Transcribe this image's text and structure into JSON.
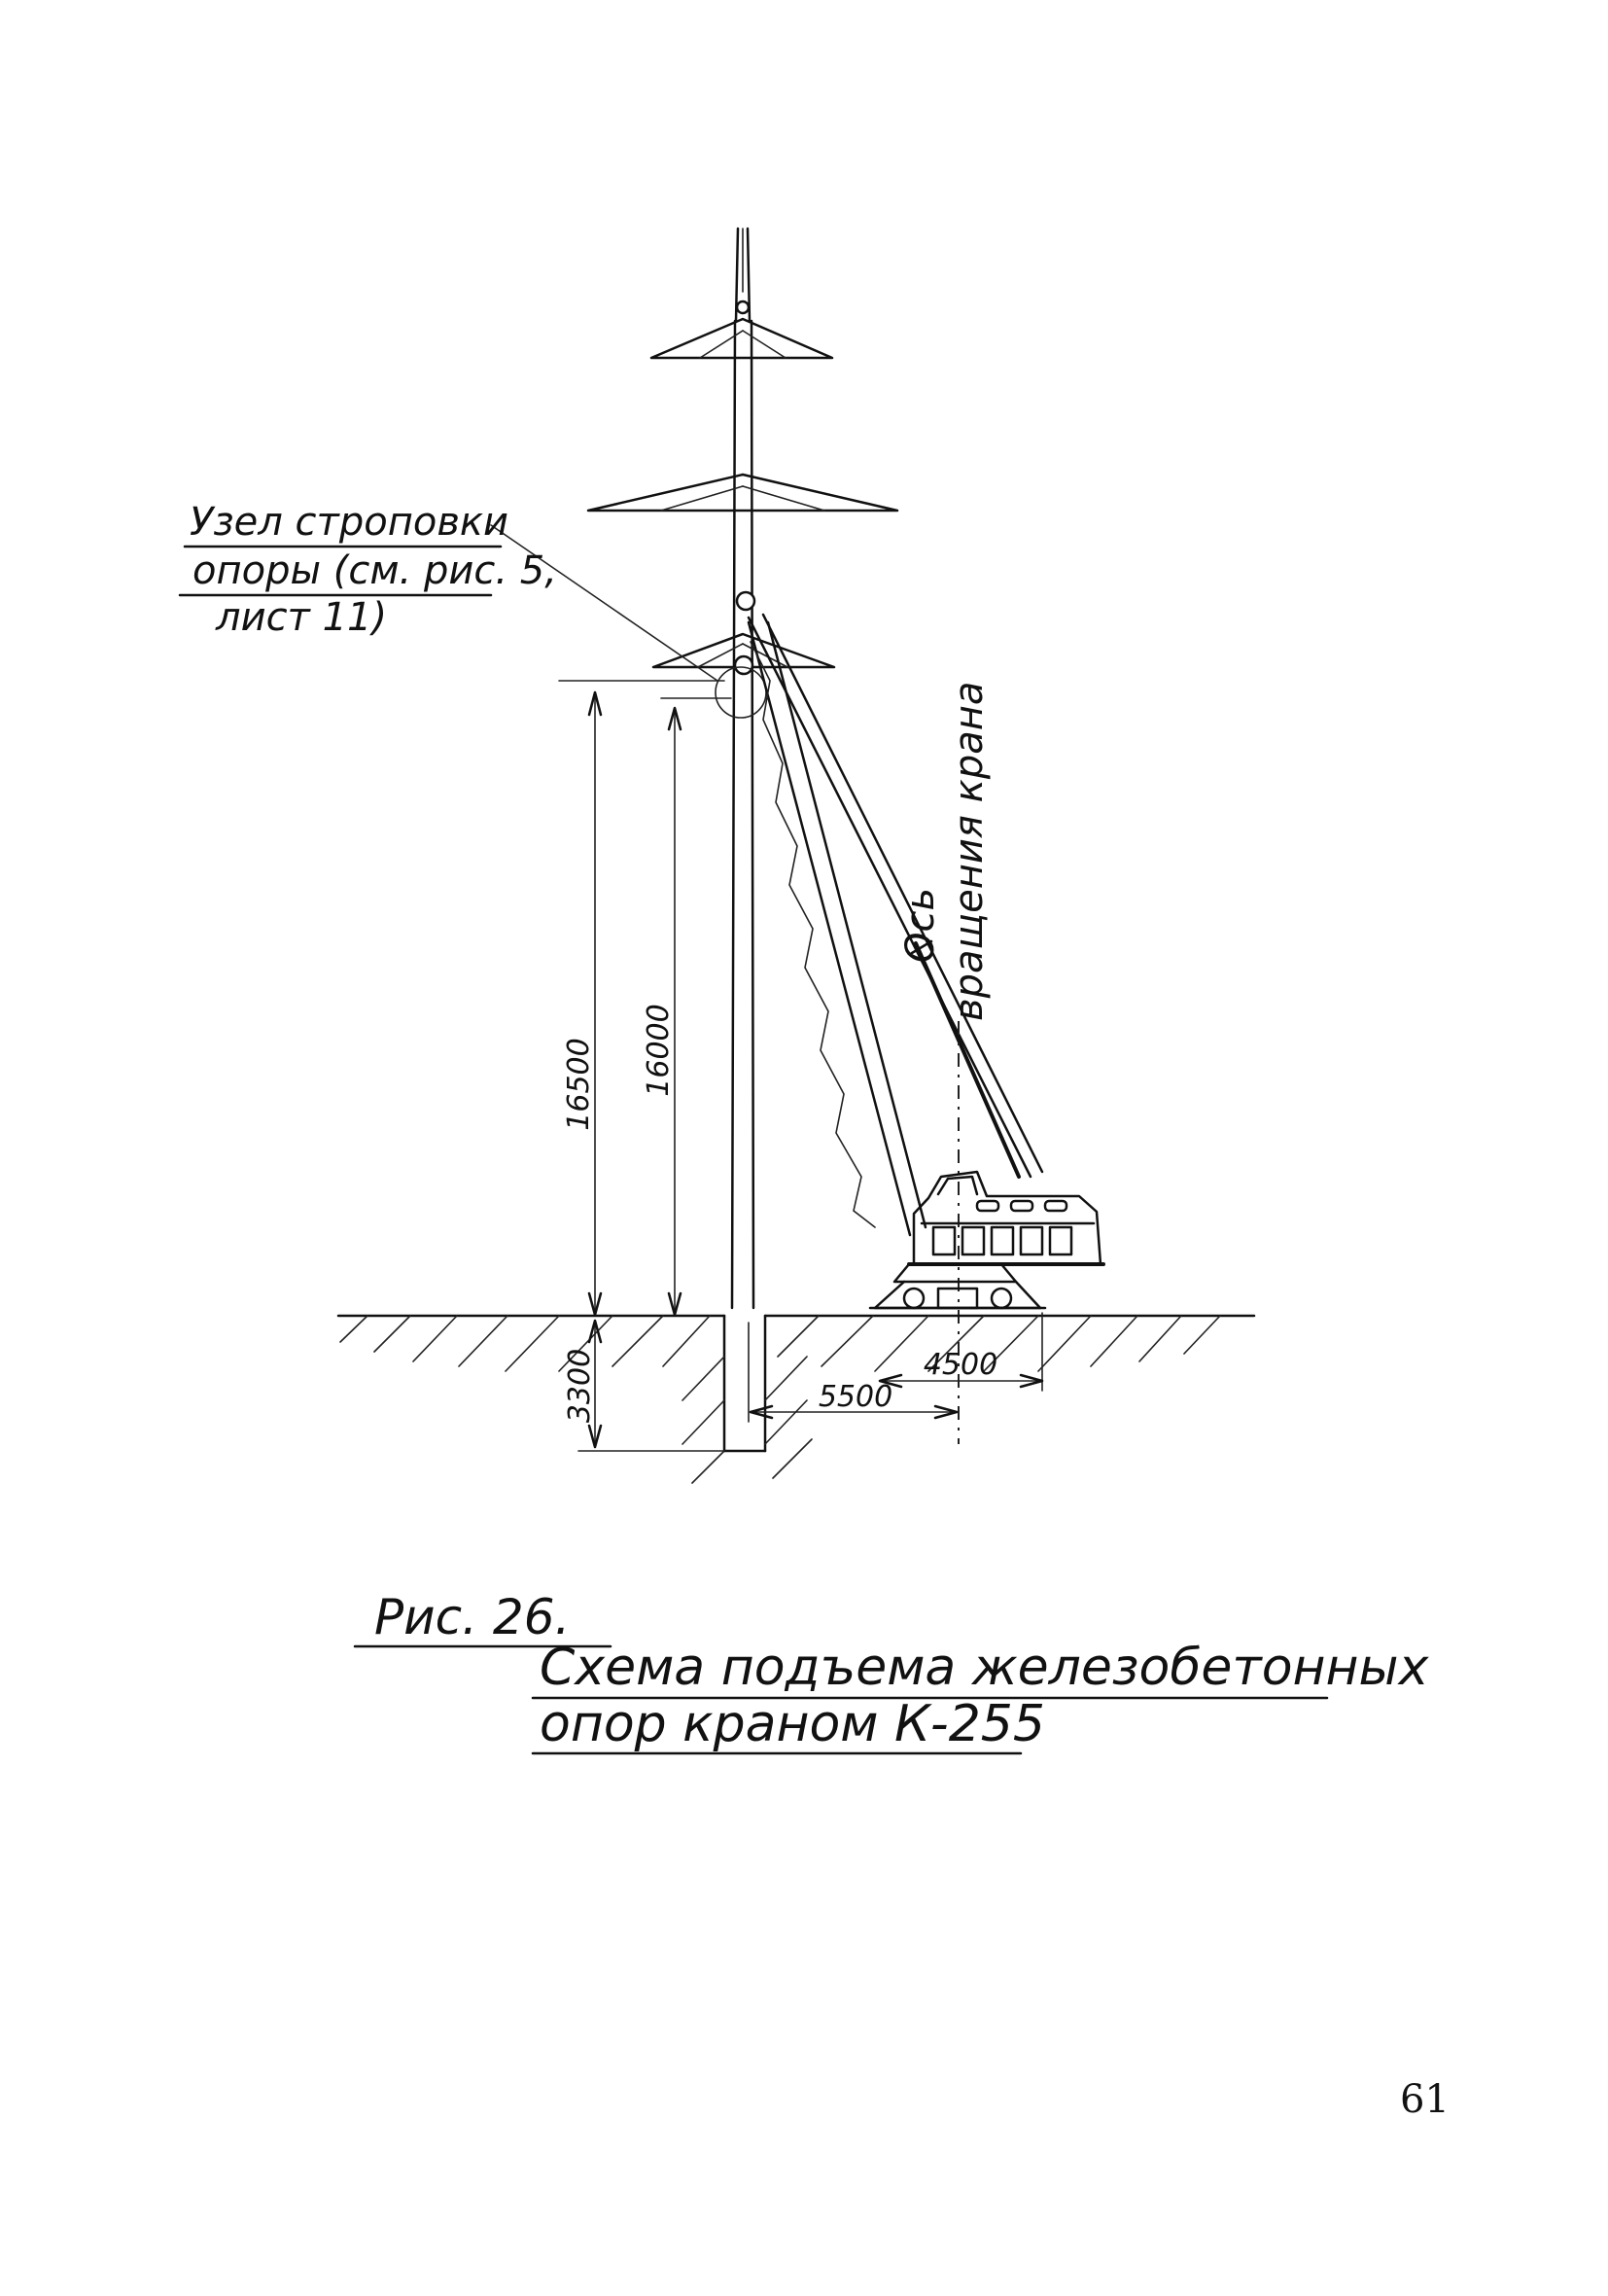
{
  "annotation": {
    "line1": "Узел строповки",
    "line2": "опоры (см. рис. 5,",
    "line3": "лист 11)"
  },
  "axis_label": {
    "line1": "Ось",
    "line2": "вращения крана"
  },
  "dimensions": {
    "height_total": "16500",
    "height_sling": "16000",
    "depth": "3300",
    "radius": "5500",
    "base": "4500"
  },
  "caption": {
    "figure": "Рис. 26.",
    "title_line1": "Схема подъема железобетонных",
    "title_line2": "опор краном К-255"
  },
  "page_number": "61"
}
